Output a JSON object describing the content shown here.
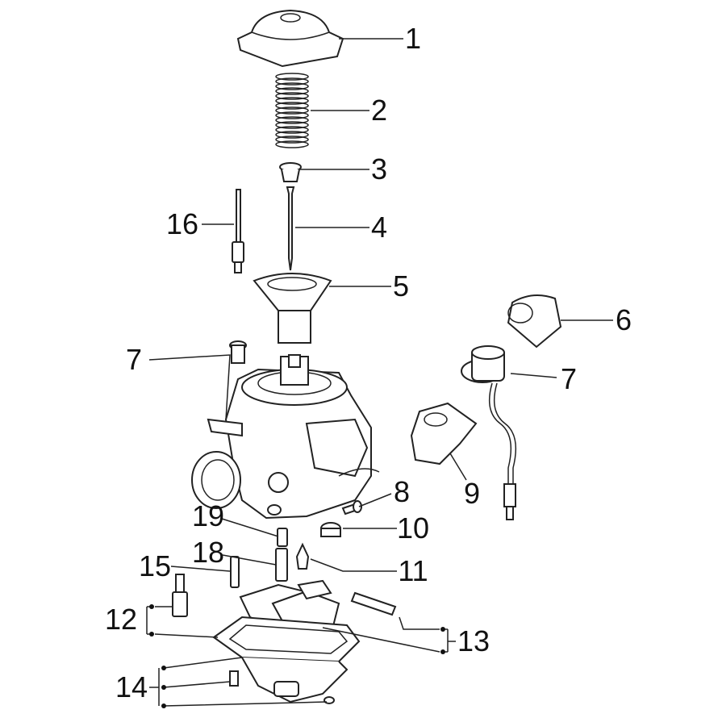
{
  "diagram": {
    "type": "exploded-parts-diagram",
    "callouts": [
      {
        "id": "c1",
        "label": "1",
        "part": "carburetor-top-cover"
      },
      {
        "id": "c2",
        "label": "2",
        "part": "spring"
      },
      {
        "id": "c3",
        "label": "3",
        "part": "needle-retainer"
      },
      {
        "id": "c4",
        "label": "4",
        "part": "jet-needle"
      },
      {
        "id": "c5",
        "label": "5",
        "part": "diaphragm-piston"
      },
      {
        "id": "c6",
        "label": "6",
        "part": "choke-cap"
      },
      {
        "id": "c7a",
        "label": "7",
        "part": "cover-screw"
      },
      {
        "id": "c7b",
        "label": "7",
        "part": "automatic-choke"
      },
      {
        "id": "c8",
        "label": "8",
        "part": "screw"
      },
      {
        "id": "c9",
        "label": "9",
        "part": "accelerator-pump"
      },
      {
        "id": "c10",
        "label": "10",
        "part": "plug"
      },
      {
        "id": "c11",
        "label": "11",
        "part": "float-needle-valve"
      },
      {
        "id": "c12",
        "label": "12",
        "part": "idle-mixture-screw-kit"
      },
      {
        "id": "c13",
        "label": "13",
        "part": "float-kit"
      },
      {
        "id": "c14",
        "label": "14",
        "part": "float-bowl-kit"
      },
      {
        "id": "c15",
        "label": "15",
        "part": "pilot-jet"
      },
      {
        "id": "c16",
        "label": "16",
        "part": "idle-screw"
      },
      {
        "id": "c18",
        "label": "18",
        "part": "needle-jet"
      },
      {
        "id": "c19",
        "label": "19",
        "part": "main-jet"
      }
    ]
  }
}
